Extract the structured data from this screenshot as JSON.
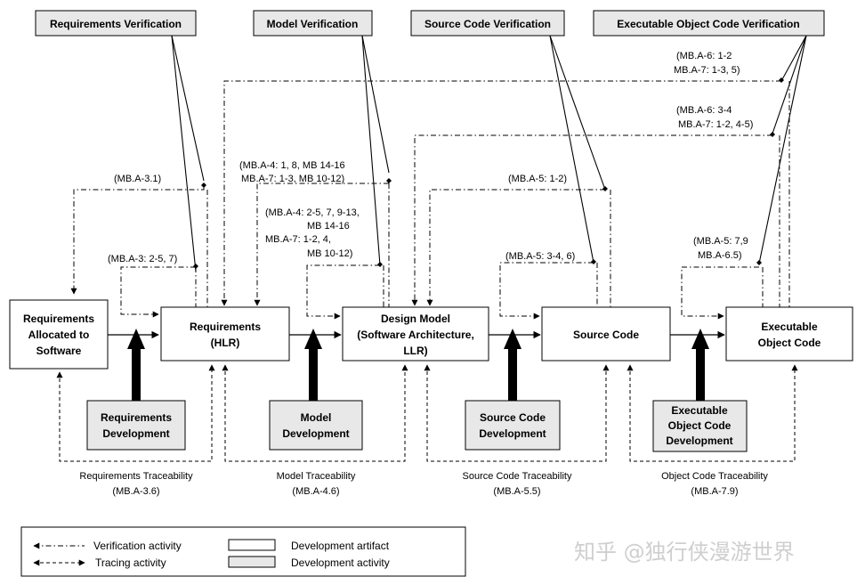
{
  "verification_headers": [
    "Requirements Verification",
    "Model Verification",
    "Source Code Verification",
    "Executable Object Code Verification"
  ],
  "artifacts": {
    "req_allocated": [
      "Requirements",
      "Allocated to",
      "Software"
    ],
    "hlr": [
      "Requirements",
      "(HLR)"
    ],
    "design_model": [
      "Design Model",
      "(Software Architecture,",
      "LLR)"
    ],
    "source_code": [
      "Source Code"
    ],
    "eoc": [
      "Executable",
      "Object Code"
    ]
  },
  "activities": {
    "req_dev": [
      "Requirements",
      "Development"
    ],
    "model_dev": [
      "Model",
      "Development"
    ],
    "src_dev": [
      "Source Code",
      "Development"
    ],
    "eoc_dev": [
      "Executable",
      "Object Code",
      "Development"
    ]
  },
  "verification_labels": {
    "mba3_1": "(MB.A-3.1)",
    "mba3_257": "(MB.A-3: 2-5, 7)",
    "mba4_a1": "(MB.A-4: 1, 8, MB 14-16",
    "mba4_a2": "MB.A-7: 1-3, MB 10-12)",
    "mba4_b1": "(MB.A-4: 2-5, 7,  9-13,",
    "mba4_b2": "MB 14-16",
    "mba4_b3": "MB.A-7: 1-2, 4,",
    "mba4_b4": "MB 10-12)",
    "mba5_12": "(MB.A-5: 1-2)",
    "mba5_346": "(MB.A-5: 3-4, 6)",
    "mba6_a1": "(MB.A-6: 1-2",
    "mba6_a2": "MB.A-7: 1-3, 5)",
    "mba6_b1": "(MB.A-6: 3-4",
    "mba6_b2": "MB.A-7: 1-2, 4-5)",
    "mba5_79a": "(MB.A-5: 7,9",
    "mba5_79b": "MB.A-6.5)"
  },
  "traceability": {
    "req_1": "Requirements Traceability",
    "req_2": "(MB.A-3.6)",
    "model_1": "Model Traceability",
    "model_2": "(MB.A-4.6)",
    "src_1": "Source Code Traceability",
    "src_2": "(MB.A-5.5)",
    "obj_1": "Object Code Traceability",
    "obj_2": "(MB.A-7.9)"
  },
  "legend": {
    "verification": "Verification  activity",
    "tracing": "Tracing  activity",
    "dev_artifact": "Development  artifact",
    "dev_activity": "Development  activity"
  },
  "watermark": "知乎 @独行侠漫游世界",
  "colors": {
    "activity_fill": "#e8e8e8",
    "artifact_fill": "#ffffff",
    "line": "#000000"
  }
}
